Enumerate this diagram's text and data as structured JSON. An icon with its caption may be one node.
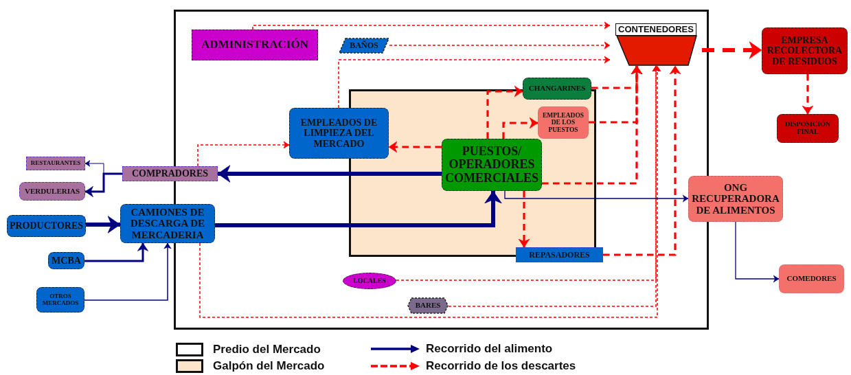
{
  "diagram": {
    "nodes": [
      {
        "text": [],
        "shape": "box"
      },
      {
        "text": [],
        "shape": "box",
        "in": 0
      },
      {
        "text": [
          "ADMINISTRACIÓN"
        ],
        "in": 0
      },
      {
        "text": [
          "BAÑOS"
        ],
        "in": 0
      },
      {
        "text": [
          "CONTENEDORES"
        ],
        "in": 0
      },
      {
        "text": [
          "EMPRESA RECOLECTORA DE RESIDUOS"
        ]
      },
      {
        "text": [
          "DISPOSICIÓN FINAL"
        ]
      },
      {
        "text": [
          "CHANGARINES"
        ],
        "in": 0
      },
      {
        "text": [
          "EMPLEADOS DE LOS PUESTOS"
        ],
        "in": 1
      },
      {
        "text": [
          "EMPLEADOS DE LIMPIEZA DEL MERCADO"
        ],
        "in": 0
      },
      {
        "text": [
          "PUESTOS/ OPERADORES COMERCIALES"
        ],
        "in": 1
      },
      {
        "text": [
          "RESTAURANTES"
        ]
      },
      {
        "text": [
          "VERDULERIAS"
        ]
      },
      {
        "text": [
          "COMPRADORES"
        ]
      },
      {
        "text": [
          "PRODUCTORES"
        ]
      },
      {
        "text": [
          "CAMIONES DE DESCARGA DE MERCADERIA"
        ]
      },
      {
        "text": [
          "MCBA"
        ]
      },
      {
        "text": [
          "OTROS MERCADOS"
        ]
      },
      {
        "text": [
          "REPASADORES"
        ],
        "in": 0
      },
      {
        "text": [
          "ONG RECUPERADORA DE ALIMENTOS"
        ]
      },
      {
        "text": [
          "LOCALES"
        ],
        "in": 0
      },
      {
        "text": [
          "BARES"
        ],
        "in": 0
      },
      {
        "text": [
          "COMEDORES"
        ]
      }
    ],
    "edges": [
      {
        "from": 2,
        "to": 4,
        "arrow": "to",
        "style": "dashed"
      },
      {
        "from": 3,
        "to": 4,
        "arrow": "to",
        "style": "dashed"
      },
      {
        "from": 9,
        "to": 4,
        "arrow": "to",
        "style": "dashed"
      },
      {
        "from": 13,
        "to": 9,
        "arrow": "to",
        "style": "dashed"
      },
      {
        "from": 10,
        "to": 9,
        "arrow": "to",
        "style": "dashed"
      },
      {
        "from": 10,
        "to": 7,
        "arrow": "to",
        "style": "dashed"
      },
      {
        "from": 10,
        "to": 8,
        "arrow": "to",
        "style": "dashed"
      },
      {
        "from": 7,
        "to": 4,
        "arrow": "to",
        "style": "dashed"
      },
      {
        "from": 8,
        "to": 4,
        "arrow": "to",
        "style": "dashed"
      },
      {
        "from": 10,
        "to": 4,
        "arrow": "to",
        "style": "dashed"
      },
      {
        "from": 15,
        "to": 4,
        "arrow": "to",
        "style": "dashed"
      },
      {
        "from": 20,
        "to": 4,
        "arrow": "to",
        "style": "dashed"
      },
      {
        "from": 21,
        "to": 4,
        "arrow": "to",
        "style": "dashed"
      },
      {
        "from": 10,
        "to": 18,
        "arrow": "to",
        "style": "dashed"
      },
      {
        "from": 18,
        "to": 4,
        "arrow": "to",
        "style": "dashed"
      },
      {
        "from": 4,
        "to": 5,
        "arrow": "to",
        "style": "dashed"
      },
      {
        "from": 5,
        "to": 6,
        "arrow": "to",
        "style": "dashed"
      },
      {
        "from": 10,
        "to": 13,
        "arrow": "to",
        "style": "thick",
        "color": "#000080"
      },
      {
        "from": 15,
        "to": 10,
        "arrow": "to",
        "style": "thick",
        "color": "#000080"
      },
      {
        "from": 14,
        "to": 15,
        "arrow": "to",
        "style": "thick",
        "color": "#000080"
      },
      {
        "from": 16,
        "to": 15,
        "arrow": "to",
        "color": "#000080"
      },
      {
        "from": 17,
        "to": 15,
        "arrow": "to",
        "color": "#000080"
      },
      {
        "from": 13,
        "to": 11,
        "arrow": "to",
        "color": "#000080"
      },
      {
        "from": 13,
        "to": 12,
        "arrow": "to",
        "color": "#000080"
      },
      {
        "from": 10,
        "to": 19,
        "arrow": "to",
        "color": "#000080"
      },
      {
        "from": 19,
        "to": 22,
        "arrow": "to",
        "color": "#000080"
      }
    ],
    "legend": [
      {
        "text": "Predio del Mercado",
        "color": "#ffffff"
      },
      {
        "text": "Galpón del Mercado",
        "color": "#fde5cc"
      },
      {
        "text": "Recorrido del alimento"
      },
      {
        "text": "Recorrido de los descartes"
      }
    ]
  }
}
